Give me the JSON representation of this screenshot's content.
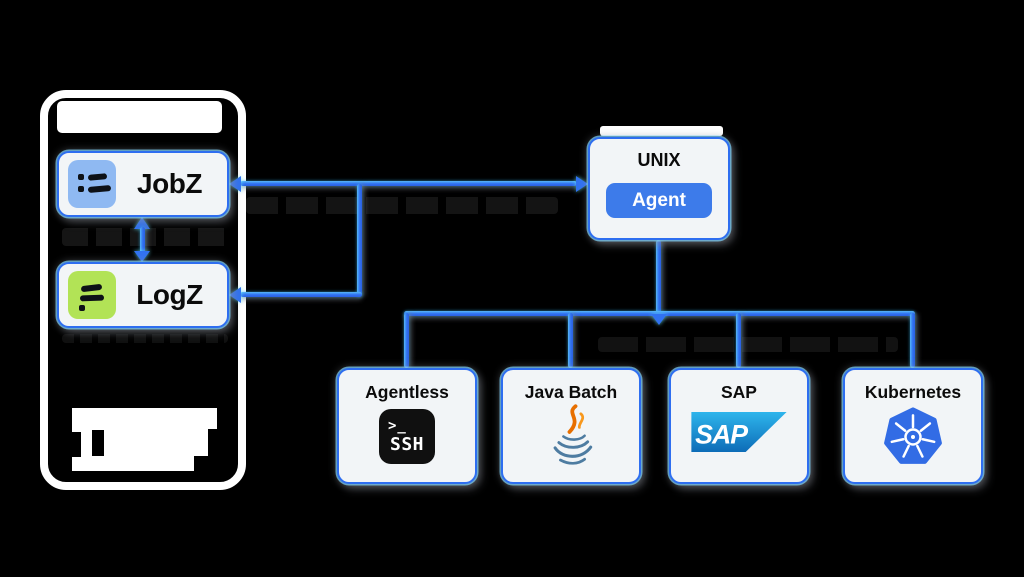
{
  "panel": {
    "jobz": "JobZ",
    "logz": "LogZ"
  },
  "unix": {
    "title": "UNIX",
    "agent": "Agent"
  },
  "targets": {
    "agentless": {
      "title": "Agentless",
      "ssh_prompt": ">_",
      "ssh_label": "SSH"
    },
    "java_batch": {
      "title": "Java Batch"
    },
    "sap": {
      "title": "SAP",
      "logo_text": "SAP"
    },
    "kubernetes": {
      "title": "Kubernetes"
    }
  },
  "colors": {
    "connector_blue": "#3172f1",
    "node_border_blue": "#2e6ef0",
    "node_fill": "#f2f5f7",
    "agent_button_blue": "#3d7bea",
    "jobz_tile_blue": "#8fb9f2",
    "logz_tile_green": "#b2e356",
    "kubernetes_blue": "#326ce5",
    "java_flame_orange": "#e76f00",
    "java_cup_blue": "#4e7ca1",
    "sap_gradient_top": "#2eb5ec",
    "sap_gradient_bottom": "#0d6cb7"
  }
}
